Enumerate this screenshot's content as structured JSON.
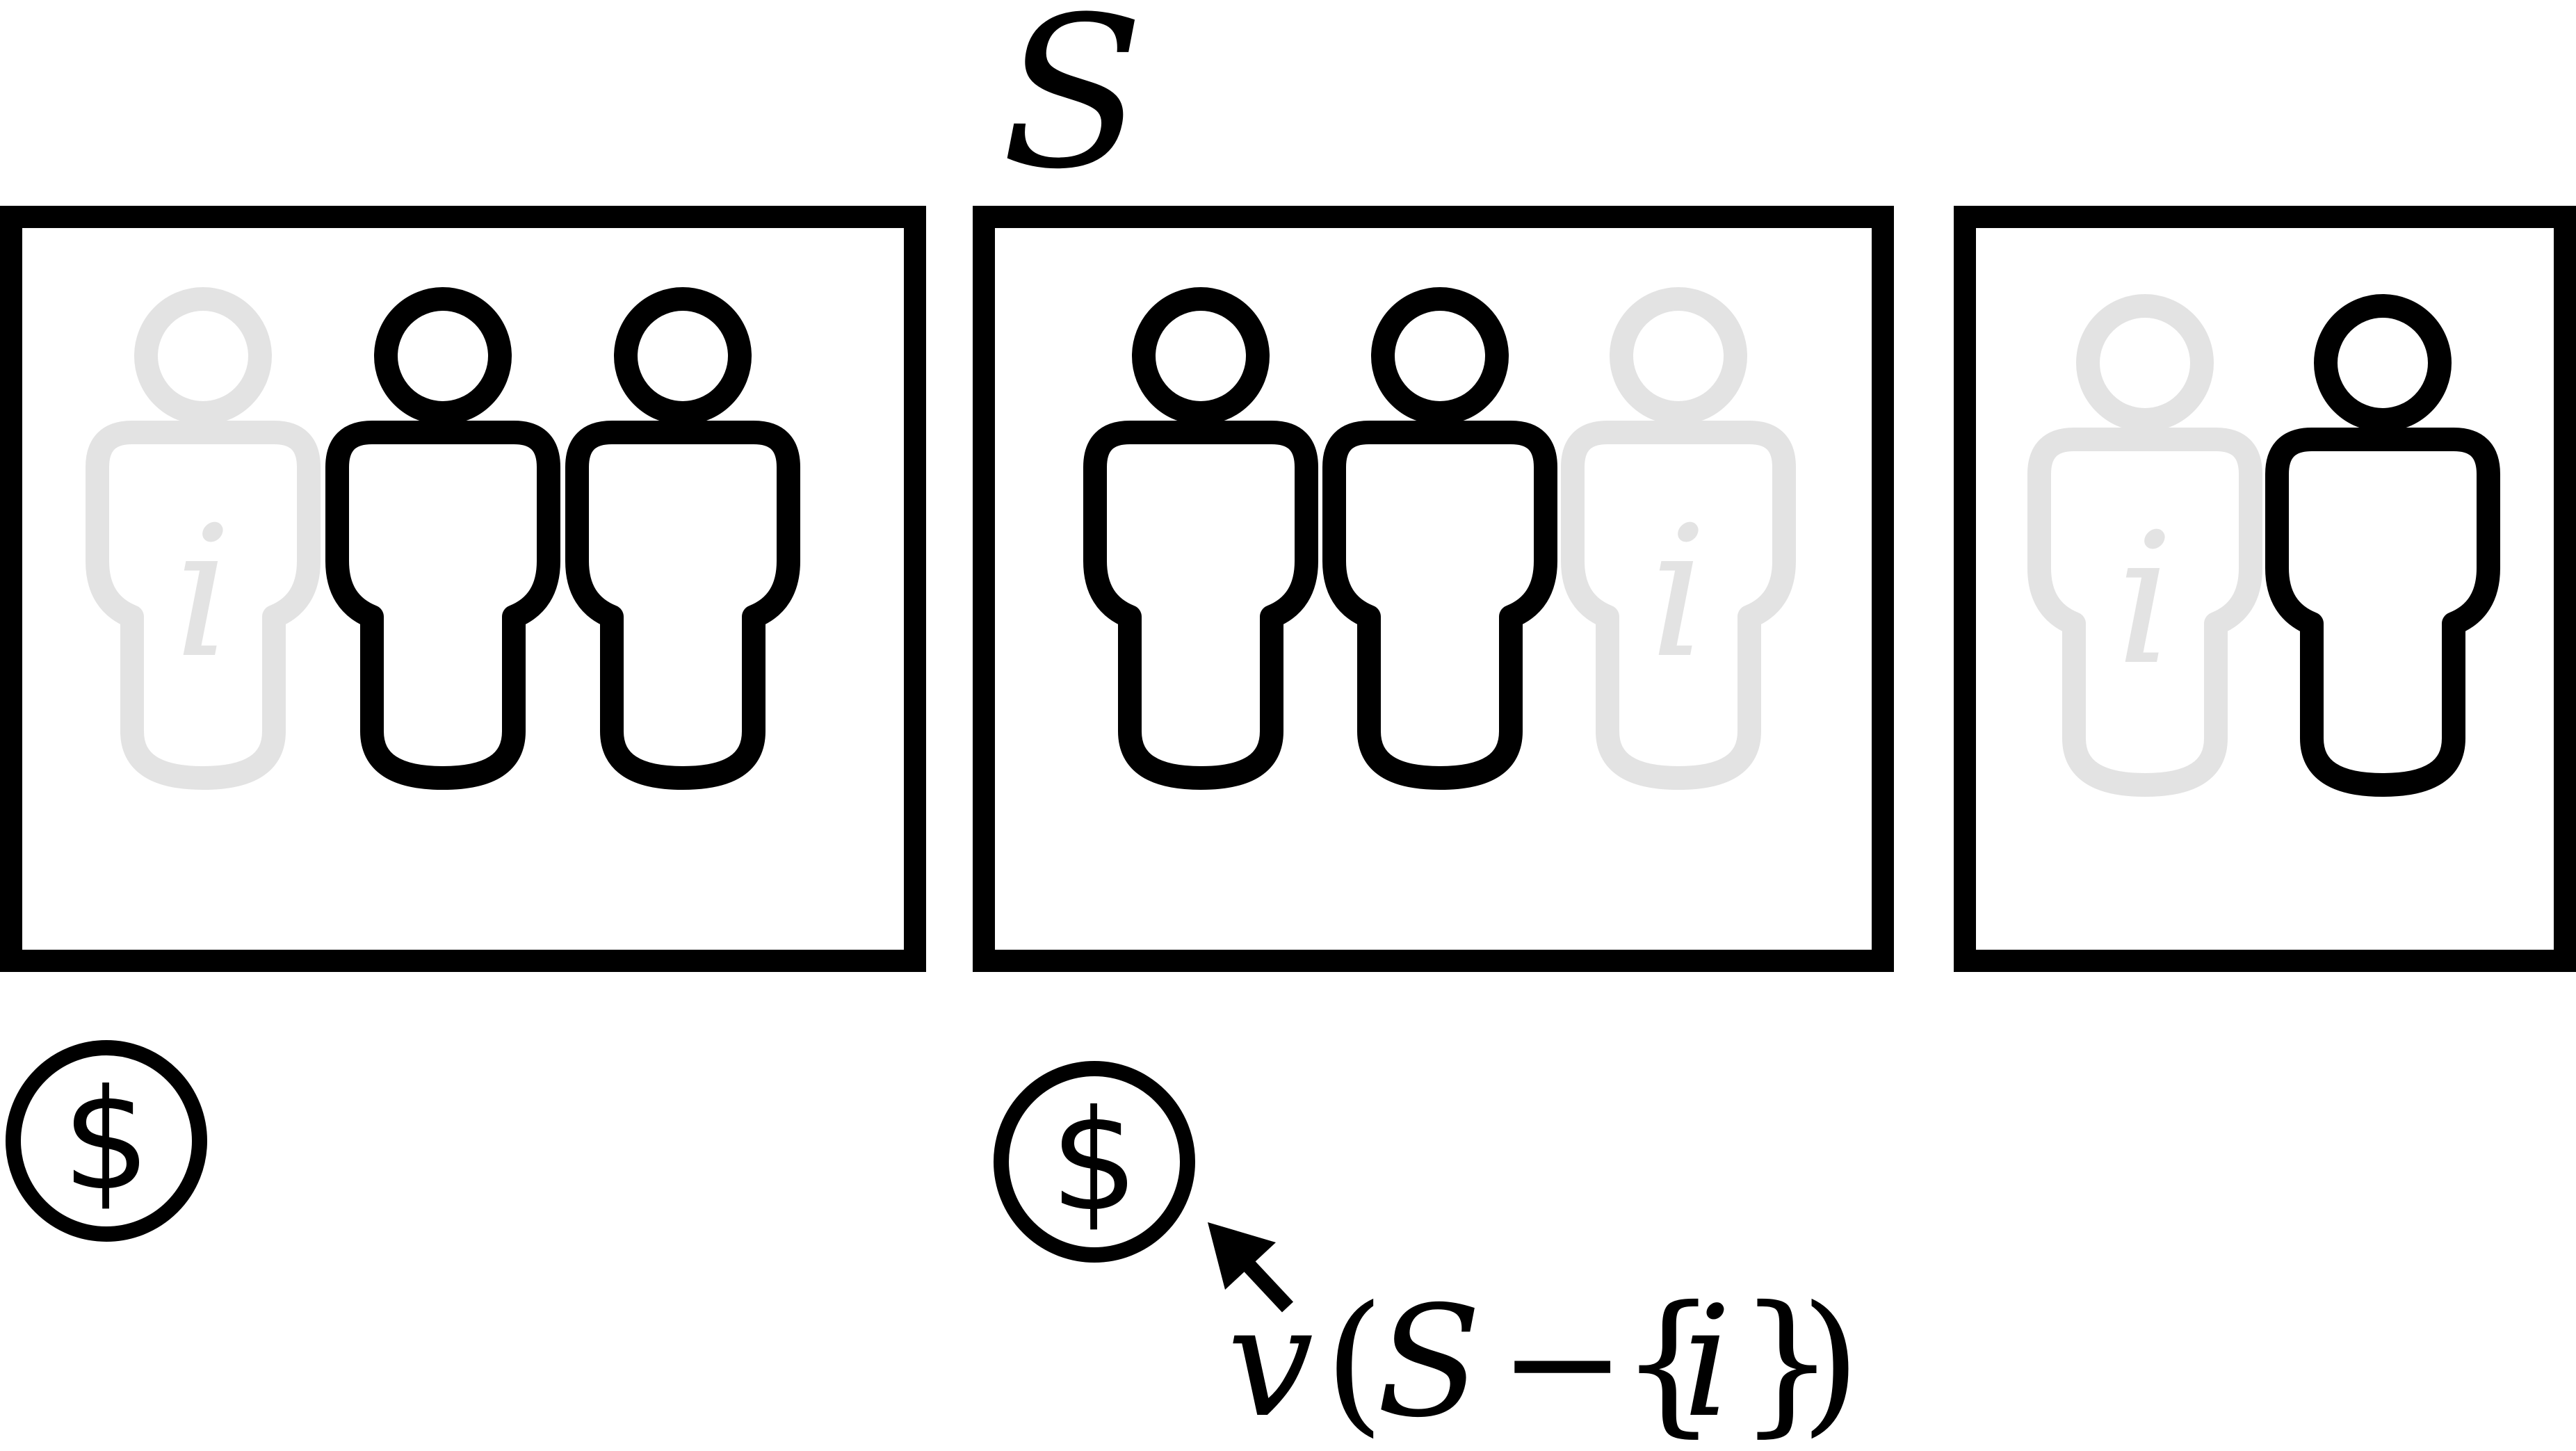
{
  "set_label": "S",
  "value_label": {
    "v": "v",
    "open_paren": "(",
    "set": "S",
    "minus": "−",
    "open_brace": "{",
    "element": "i",
    "close_brace": "}",
    "close_paren": ")"
  },
  "dollar_symbol": "$",
  "groups": [
    {
      "id": "left",
      "people": [
        {
          "style": "faded",
          "label": "i"
        },
        {
          "style": "solid",
          "label": ""
        },
        {
          "style": "solid",
          "label": ""
        }
      ],
      "has_coin": true
    },
    {
      "id": "middle",
      "people": [
        {
          "style": "solid",
          "label": ""
        },
        {
          "style": "solid",
          "label": ""
        },
        {
          "style": "faded",
          "label": "i"
        }
      ],
      "has_coin": true
    },
    {
      "id": "right",
      "people": [
        {
          "style": "faded",
          "label": "i"
        },
        {
          "style": "solid",
          "label": ""
        }
      ],
      "has_coin": false
    }
  ],
  "colors": {
    "solid": "#000000",
    "faded": "#e3e3e3"
  },
  "icons": [
    "person-icon",
    "dollar-coin-icon",
    "arrow-icon"
  ]
}
